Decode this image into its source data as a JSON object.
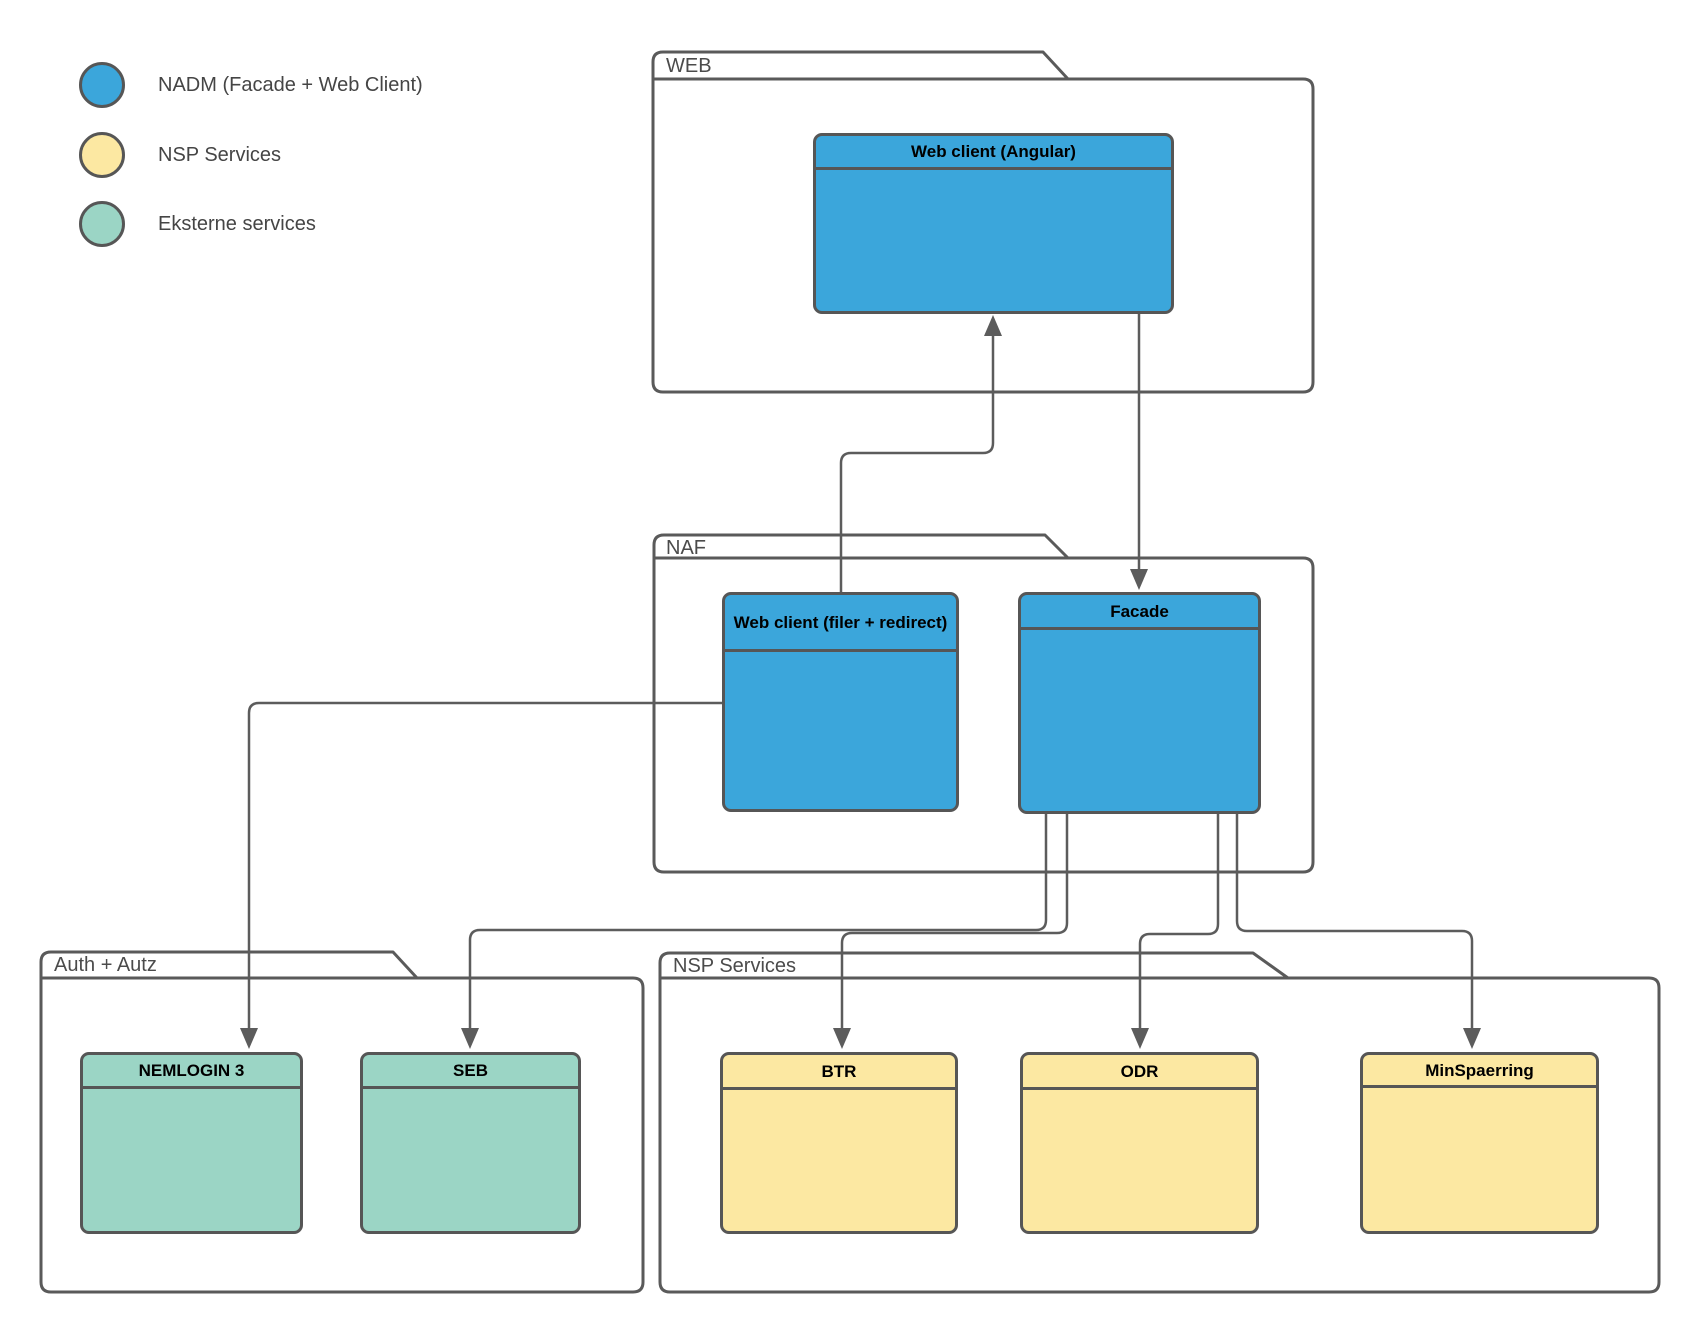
{
  "legend": {
    "items": [
      {
        "id": "nadm",
        "label": "NADM (Facade + Web Client)",
        "color": "#3BA6DB"
      },
      {
        "id": "nsp",
        "label": "NSP Services",
        "color": "#FCE8A2"
      },
      {
        "id": "ext",
        "label": "Eksterne services",
        "color": "#9BD5C5"
      }
    ]
  },
  "containers": {
    "web": {
      "label": "WEB"
    },
    "naf": {
      "label": "NAF"
    },
    "auth": {
      "label": "Auth + Autz"
    },
    "nsp": {
      "label": "NSP Services"
    }
  },
  "boxes": {
    "angular": {
      "title": "Web client (Angular)",
      "group": "WEB",
      "color": "#3BA6DB"
    },
    "filer": {
      "title": "Web client (filer + redirect)",
      "group": "NAF",
      "color": "#3BA6DB"
    },
    "facade": {
      "title": "Facade",
      "group": "NAF",
      "color": "#3BA6DB"
    },
    "nemlogin": {
      "title": "NEMLOGIN 3",
      "group": "Auth + Autz",
      "color": "#9BD5C5"
    },
    "seb": {
      "title": "SEB",
      "group": "Auth + Autz",
      "color": "#9BD5C5"
    },
    "btr": {
      "title": "BTR",
      "group": "NSP Services",
      "color": "#FCE8A2"
    },
    "odr": {
      "title": "ODR",
      "group": "NSP Services",
      "color": "#FCE8A2"
    },
    "minspaerring": {
      "title": "MinSpaerring",
      "group": "NSP Services",
      "color": "#FCE8A2"
    }
  },
  "connections": [
    {
      "from": "Web client (filer + redirect)",
      "to": "Web client (Angular)"
    },
    {
      "from": "Web client (Angular)",
      "to": "Facade"
    },
    {
      "from": "Web client (filer + redirect)",
      "to": "NEMLOGIN 3"
    },
    {
      "from": "Facade",
      "to": "SEB"
    },
    {
      "from": "Facade",
      "to": "BTR"
    },
    {
      "from": "Facade",
      "to": "ODR"
    },
    {
      "from": "Facade",
      "to": "MinSpaerring"
    }
  ],
  "colors": {
    "node_border": "#565656",
    "container_border": "#5A5A5A",
    "connector": "#5C5C5C",
    "label_text": "#4B4B4B",
    "title_text": "#000000",
    "background": "#FFFFFF"
  }
}
